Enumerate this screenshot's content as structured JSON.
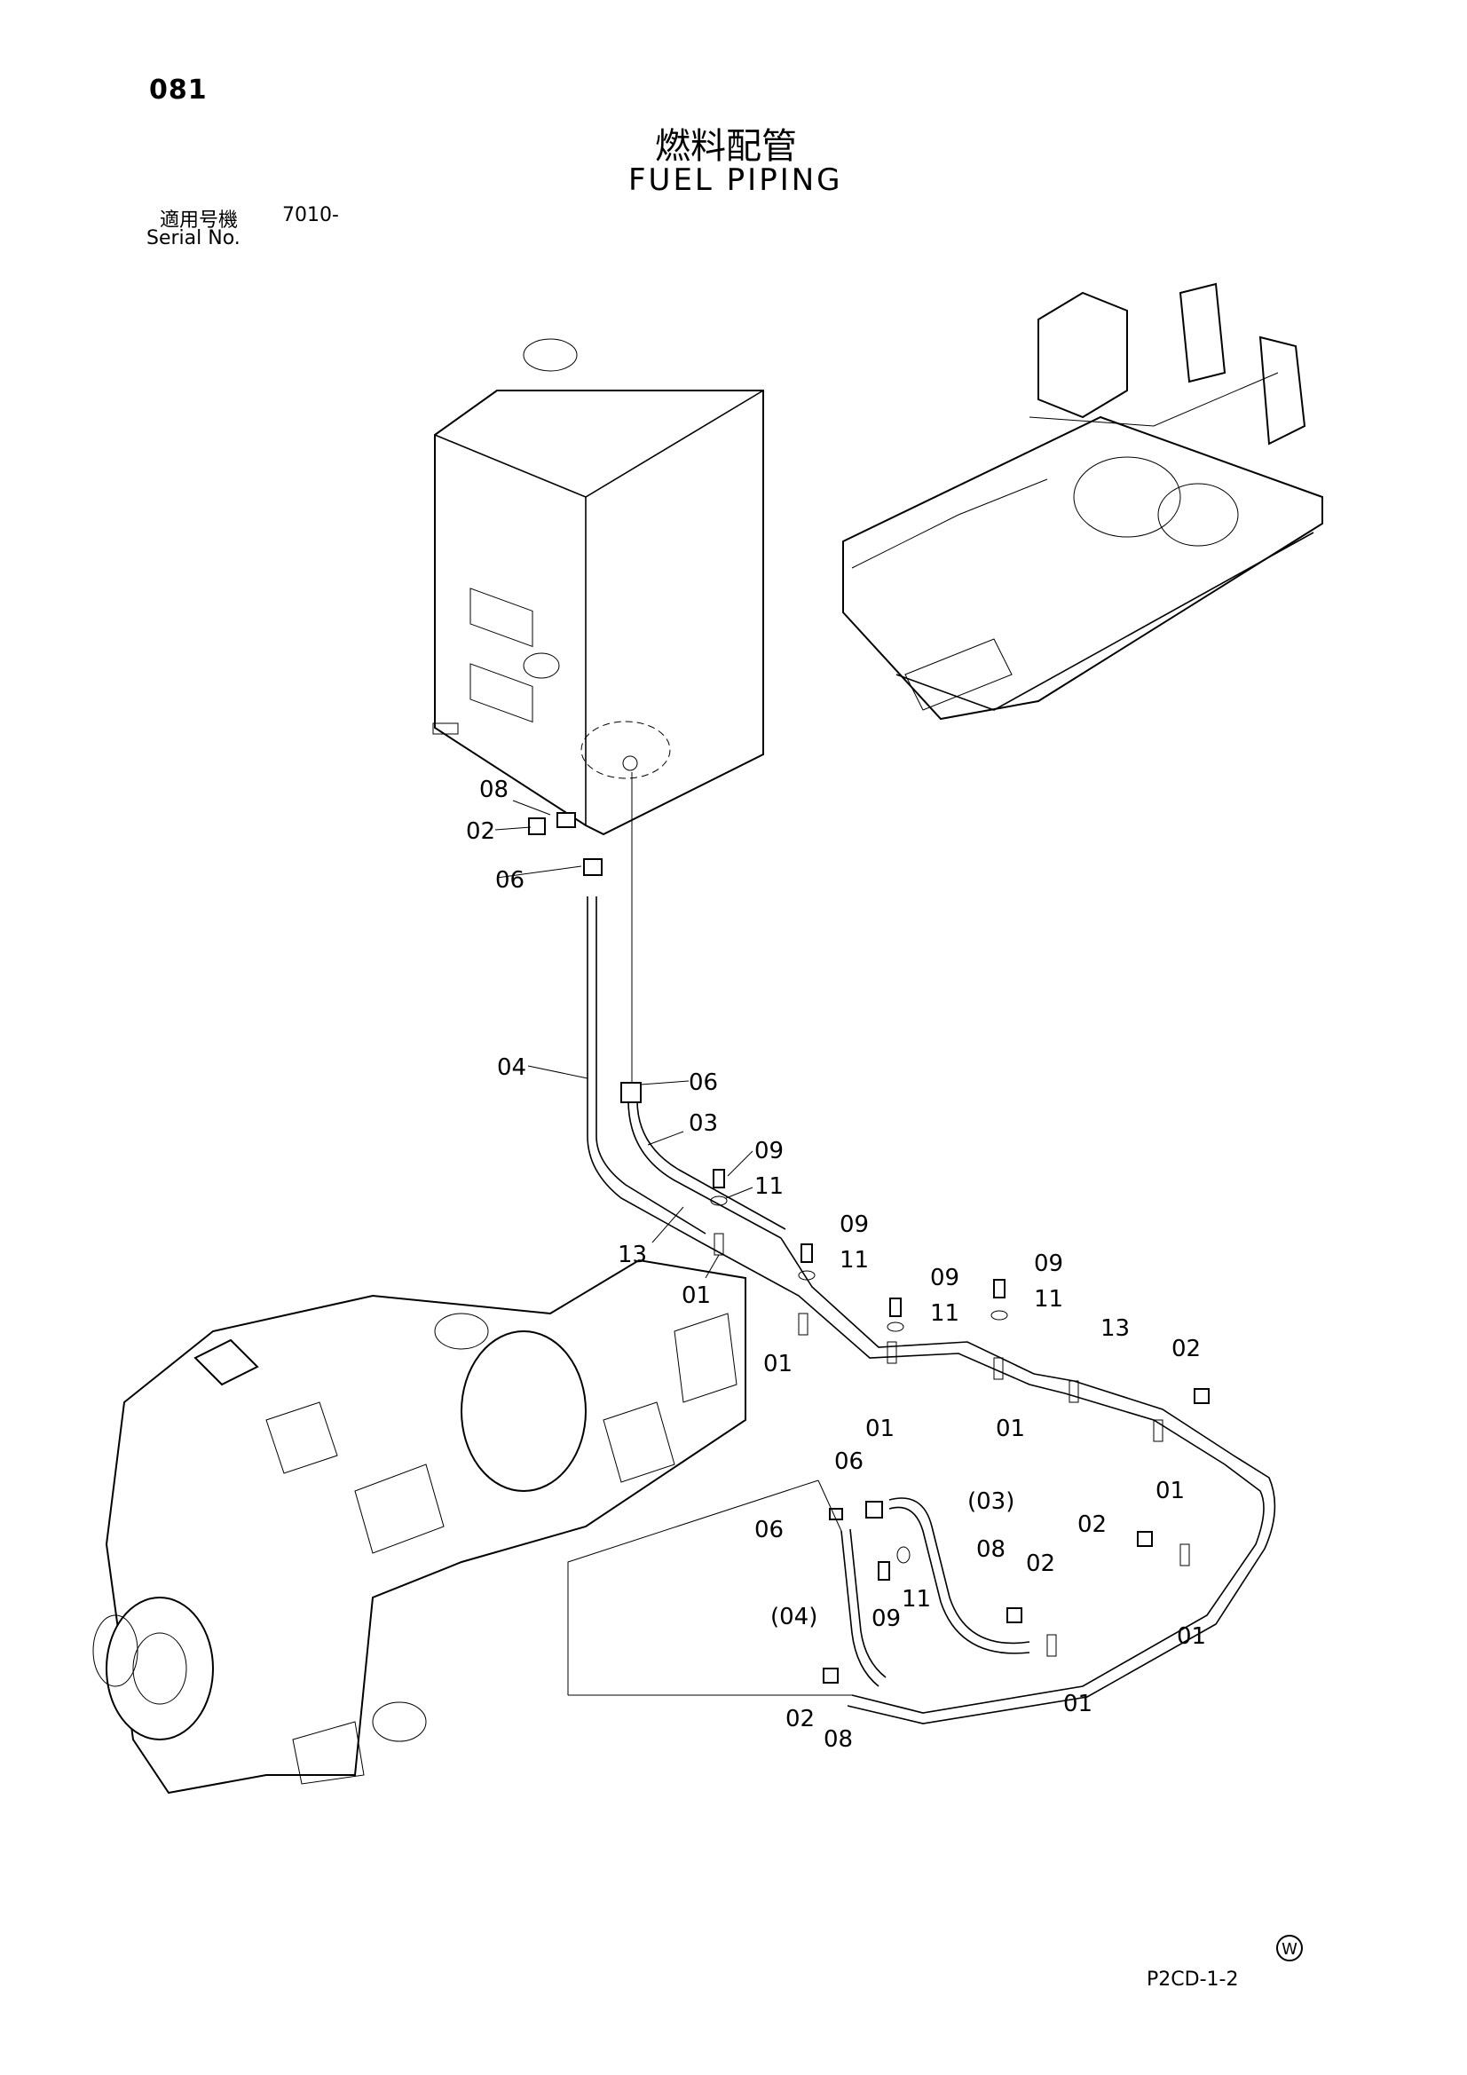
{
  "header": {
    "page_number": "081",
    "title_jp": "燃料配管",
    "title_en": "FUEL PIPING",
    "serial_label_jp": "適用号機",
    "serial_value": "7010-",
    "serial_label_en": "Serial No."
  },
  "footer": {
    "code": "P2CD-1-2",
    "mark": "W"
  },
  "callouts": {
    "c08_top": "08",
    "c02_top": "02",
    "c06_top": "06",
    "c04_mid": "04",
    "c06_mid": "06",
    "c03_mid": "03",
    "c09_a": "09",
    "c11_a": "11",
    "c13_a": "13",
    "c01_a": "01",
    "c09_b": "09",
    "c11_b": "11",
    "c01_b": "01",
    "c09_c": "09",
    "c11_c": "11",
    "c01_c": "01",
    "c09_d": "09",
    "c11_d": "11",
    "c01_d": "01",
    "c13_b": "13",
    "c02_r": "02",
    "c01_e": "01",
    "c06_l1": "06",
    "c06_l2": "06",
    "c03_paren": "(03)",
    "c08_r": "08",
    "c02_r2": "02",
    "c02_r3": "02",
    "c01_f": "01",
    "c11_e": "11",
    "c09_e": "09",
    "c04_paren": "(04)",
    "c01_g": "01",
    "c02_bl": "02",
    "c08_bl": "08"
  }
}
